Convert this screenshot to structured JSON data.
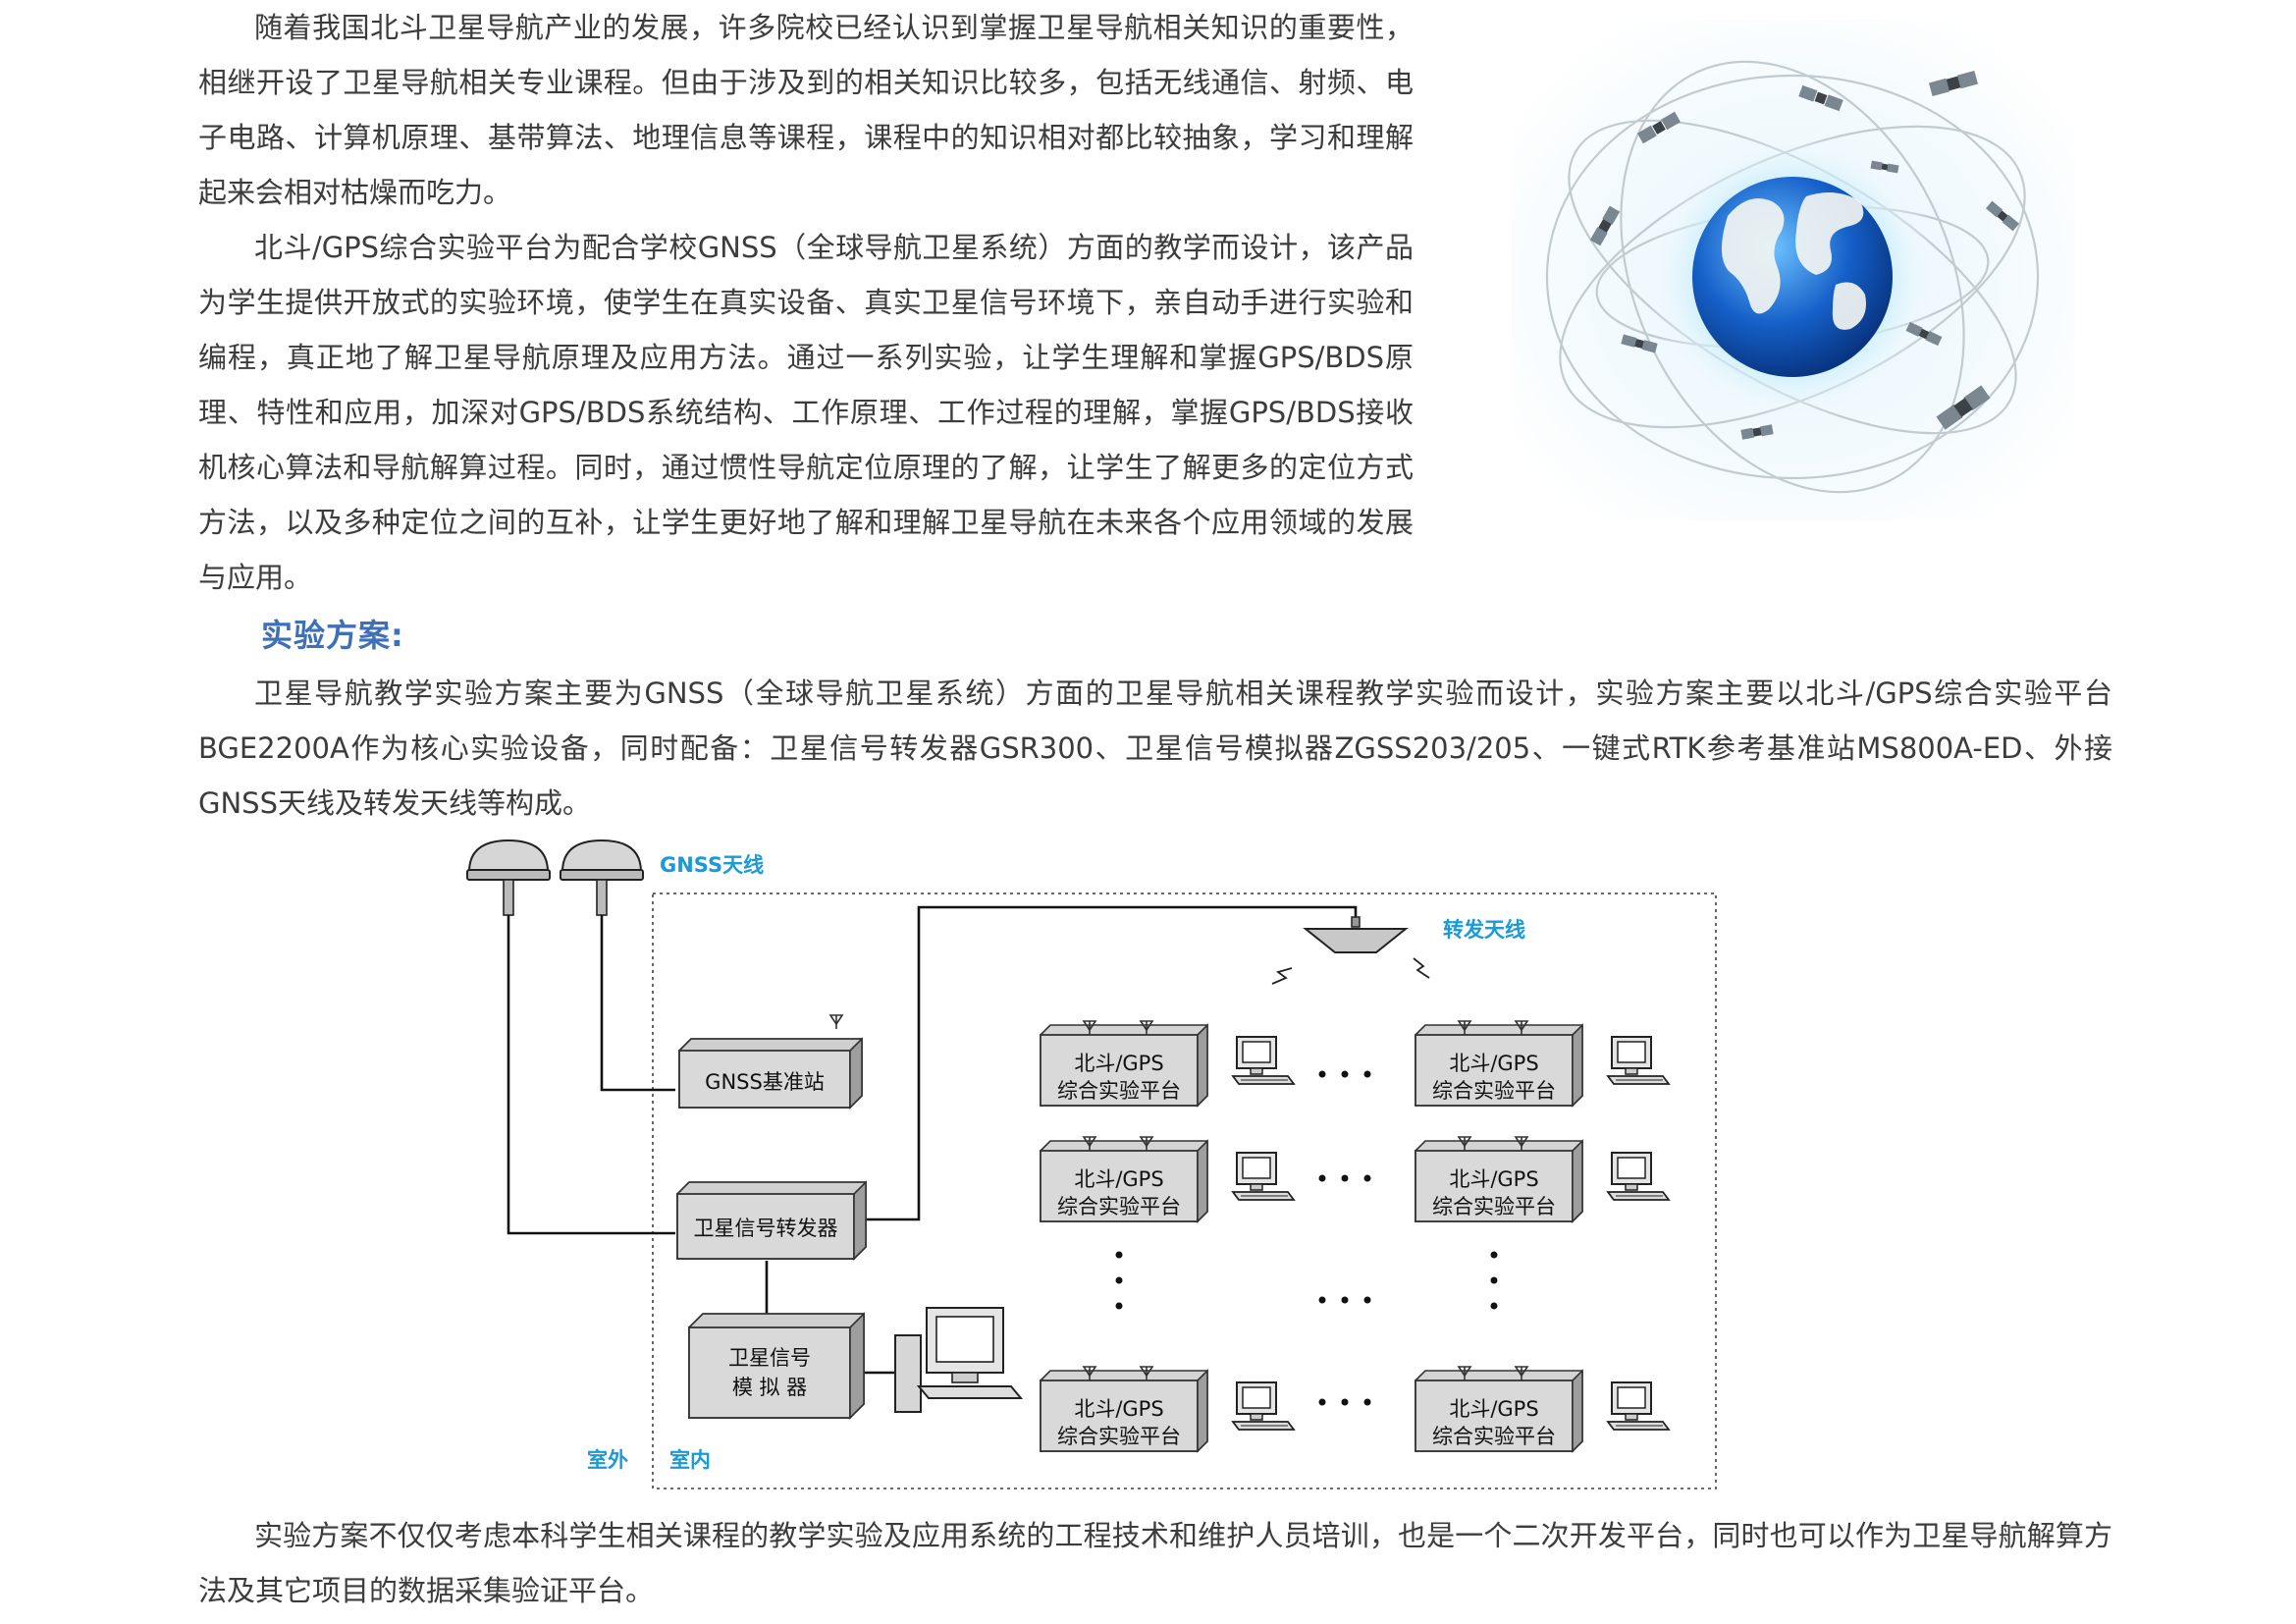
{
  "intro": {
    "paragraph1": "随着我国北斗卫星导航产业的发展，许多院校已经认识到掌握卫星导航相关知识的重要性，相继开设了卫星导航相关专业课程。但由于涉及到的相关知识比较多，包括无线通信、射频、电子电路、计算机原理、基带算法、地理信息等课程，课程中的知识相对都比较抽象，学习和理解起来会相对枯燥而吃力。",
    "paragraph2": "北斗/GPS综合实验平台为配合学校GNSS（全球导航卫星系统）方面的教学而设计，该产品为学生提供开放式的实验环境，使学生在真实设备、真实卫星信号环境下，亲自动手进行实验和编程，真正地了解卫星导航原理及应用方法。通过一系列实验，让学生理解和掌握GPS/BDS原理、特性和应用，加深对GPS/BDS系统结构、工作原理、工作过程的理解，掌握GPS/BDS接收机核心算法和导航解算过程。同时，通过惯性导航定位原理的了解，让学生了解更多的定位方式方法，以及多种定位之间的互补，让学生更好地了解和理解卫星导航在未来各个应用领域的发展与应用。"
  },
  "scheme": {
    "heading": "实验方案:",
    "paragraph": "卫星导航教学实验方案主要为GNSS（全球导航卫星系统）方面的卫星导航相关课程教学实验而设计，实验方案主要以北斗/GPS综合实验平台BGE2200A作为核心实验设备，同时配备：卫星信号转发器GSR300、卫星信号模拟器ZGSS203/205、一键式RTK参考基准站MS800A-ED、外接GNSS天线及转发天线等构成。"
  },
  "diagram": {
    "gnss_antenna": "GNSS天线",
    "relay_antenna": "转发天线",
    "base_station": "GNSS基准站",
    "repeater": "卫星信号转发器",
    "simulator_line1": "卫星信号",
    "simulator_line2": "模 拟 器",
    "platform_line1": "北斗/GPS",
    "platform_line2": "综合实验平台",
    "outdoor": "室外",
    "indoor": "室内",
    "accent_color": "#1a9ad6"
  },
  "closing": {
    "paragraph": "实验方案不仅仅考虑本科学生相关课程的教学实验及应用系统的工程技术和维护人员培训，也是一个二次开发平台，同时也可以作为卫星导航解算方法及其它项目的数据采集验证平台。"
  }
}
